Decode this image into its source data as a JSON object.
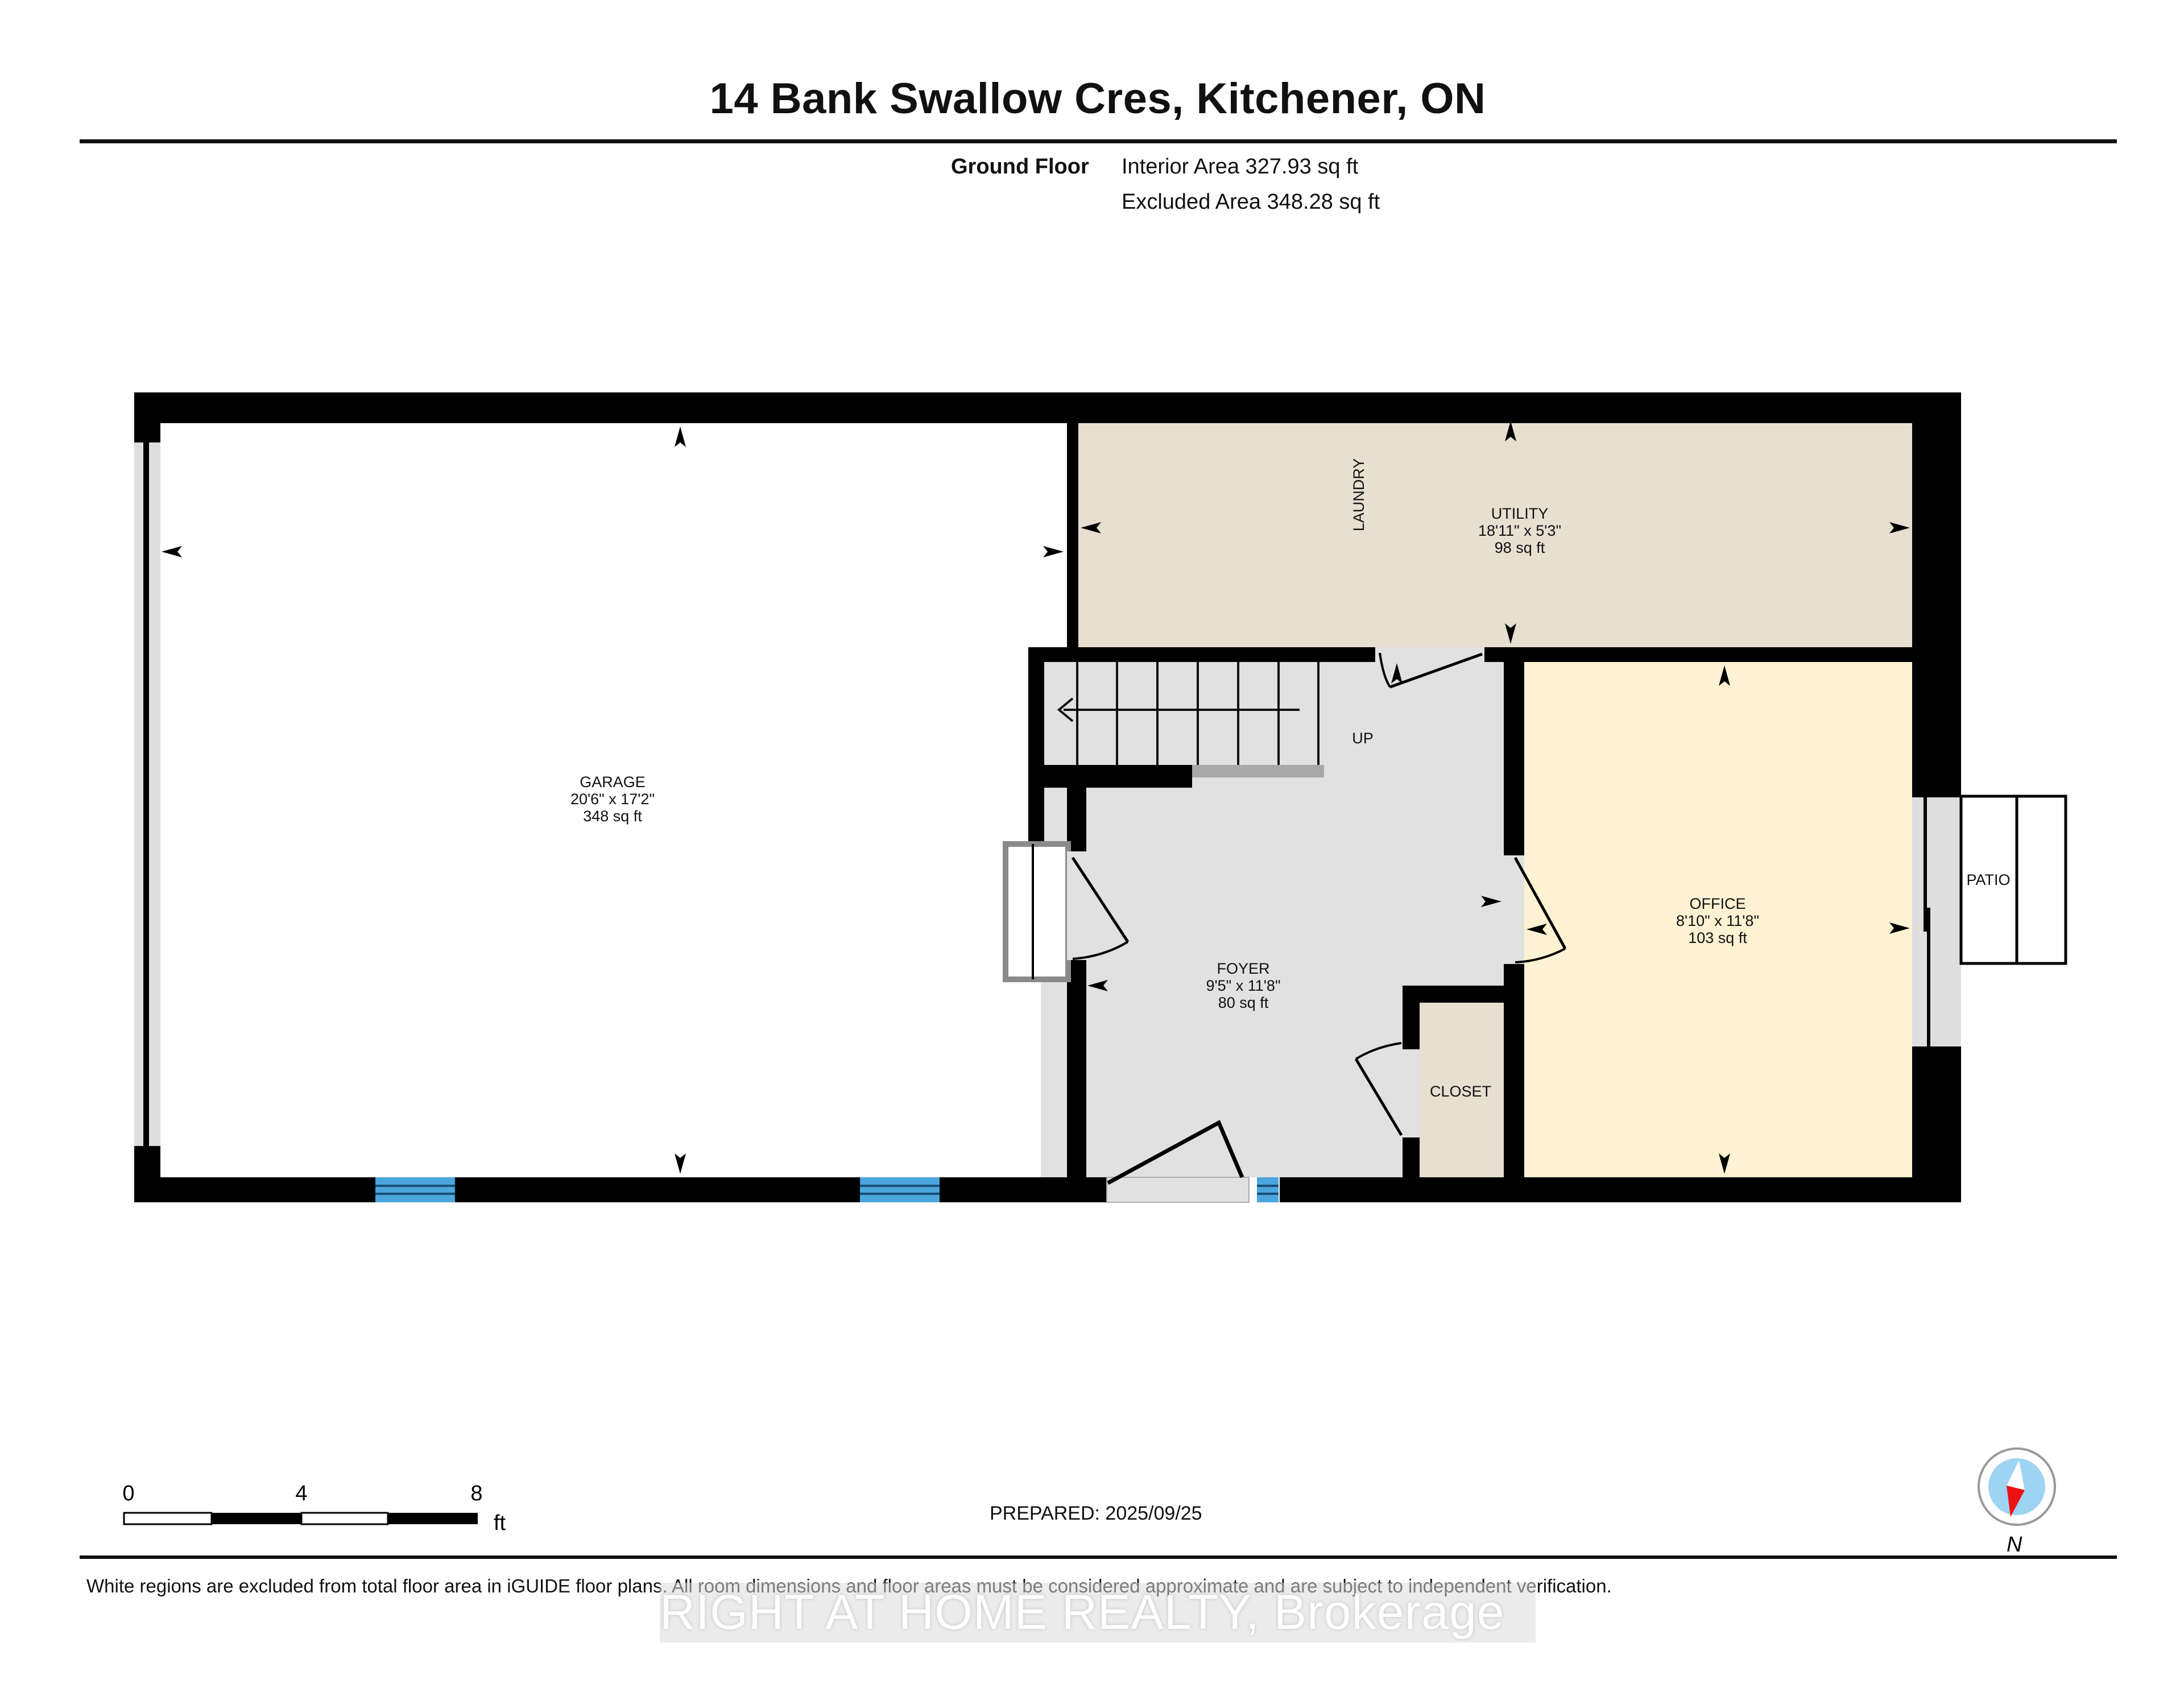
{
  "header": {
    "title": "14 Bank Swallow Cres, Kitchener, ON",
    "floor_name": "Ground Floor",
    "interior_area": "Interior Area 327.93 sq ft",
    "excluded_area": "Excluded Area 348.28 sq ft"
  },
  "rooms": {
    "garage": {
      "name": "GARAGE",
      "dims": "20'6\" x 17'2\"",
      "area": "348 sq ft",
      "color": "#ffffff"
    },
    "utility": {
      "name": "UTILITY",
      "dims": "18'11\" x 5'3\"",
      "area": "98 sq ft",
      "color": "#e7dfd0"
    },
    "laundry": {
      "name": "LAUNDRY"
    },
    "foyer": {
      "name": "FOYER",
      "dims": "9'5\" x 11'8\"",
      "area": "80 sq ft",
      "color": "#e1e1e1"
    },
    "office": {
      "name": "OFFICE",
      "dims": "8'10\" x 11'8\"",
      "area": "103 sq ft",
      "color": "#fdf2d2"
    },
    "closet": {
      "name": "CLOSET",
      "color": "#e7dfd0"
    },
    "patio": {
      "name": "PATIO"
    },
    "stairs": {
      "label": "UP"
    }
  },
  "colors": {
    "wall": "#000000",
    "window": "#4aa6dc",
    "compass_fill": "#9fd3f2",
    "compass_needle": "#ee1111"
  },
  "scale_bar": {
    "ticks": [
      "0",
      "4",
      "8"
    ],
    "unit": "ft"
  },
  "compass": {
    "label": "N"
  },
  "footer": {
    "prepared": "PREPARED: 2025/09/25",
    "disclaimer": "White regions are excluded from total floor area in iGUIDE floor plans. All room dimensions and floor areas must be considered approximate and are subject to independent verification.",
    "watermark": "RIGHT AT HOME REALTY, Brokerage"
  }
}
